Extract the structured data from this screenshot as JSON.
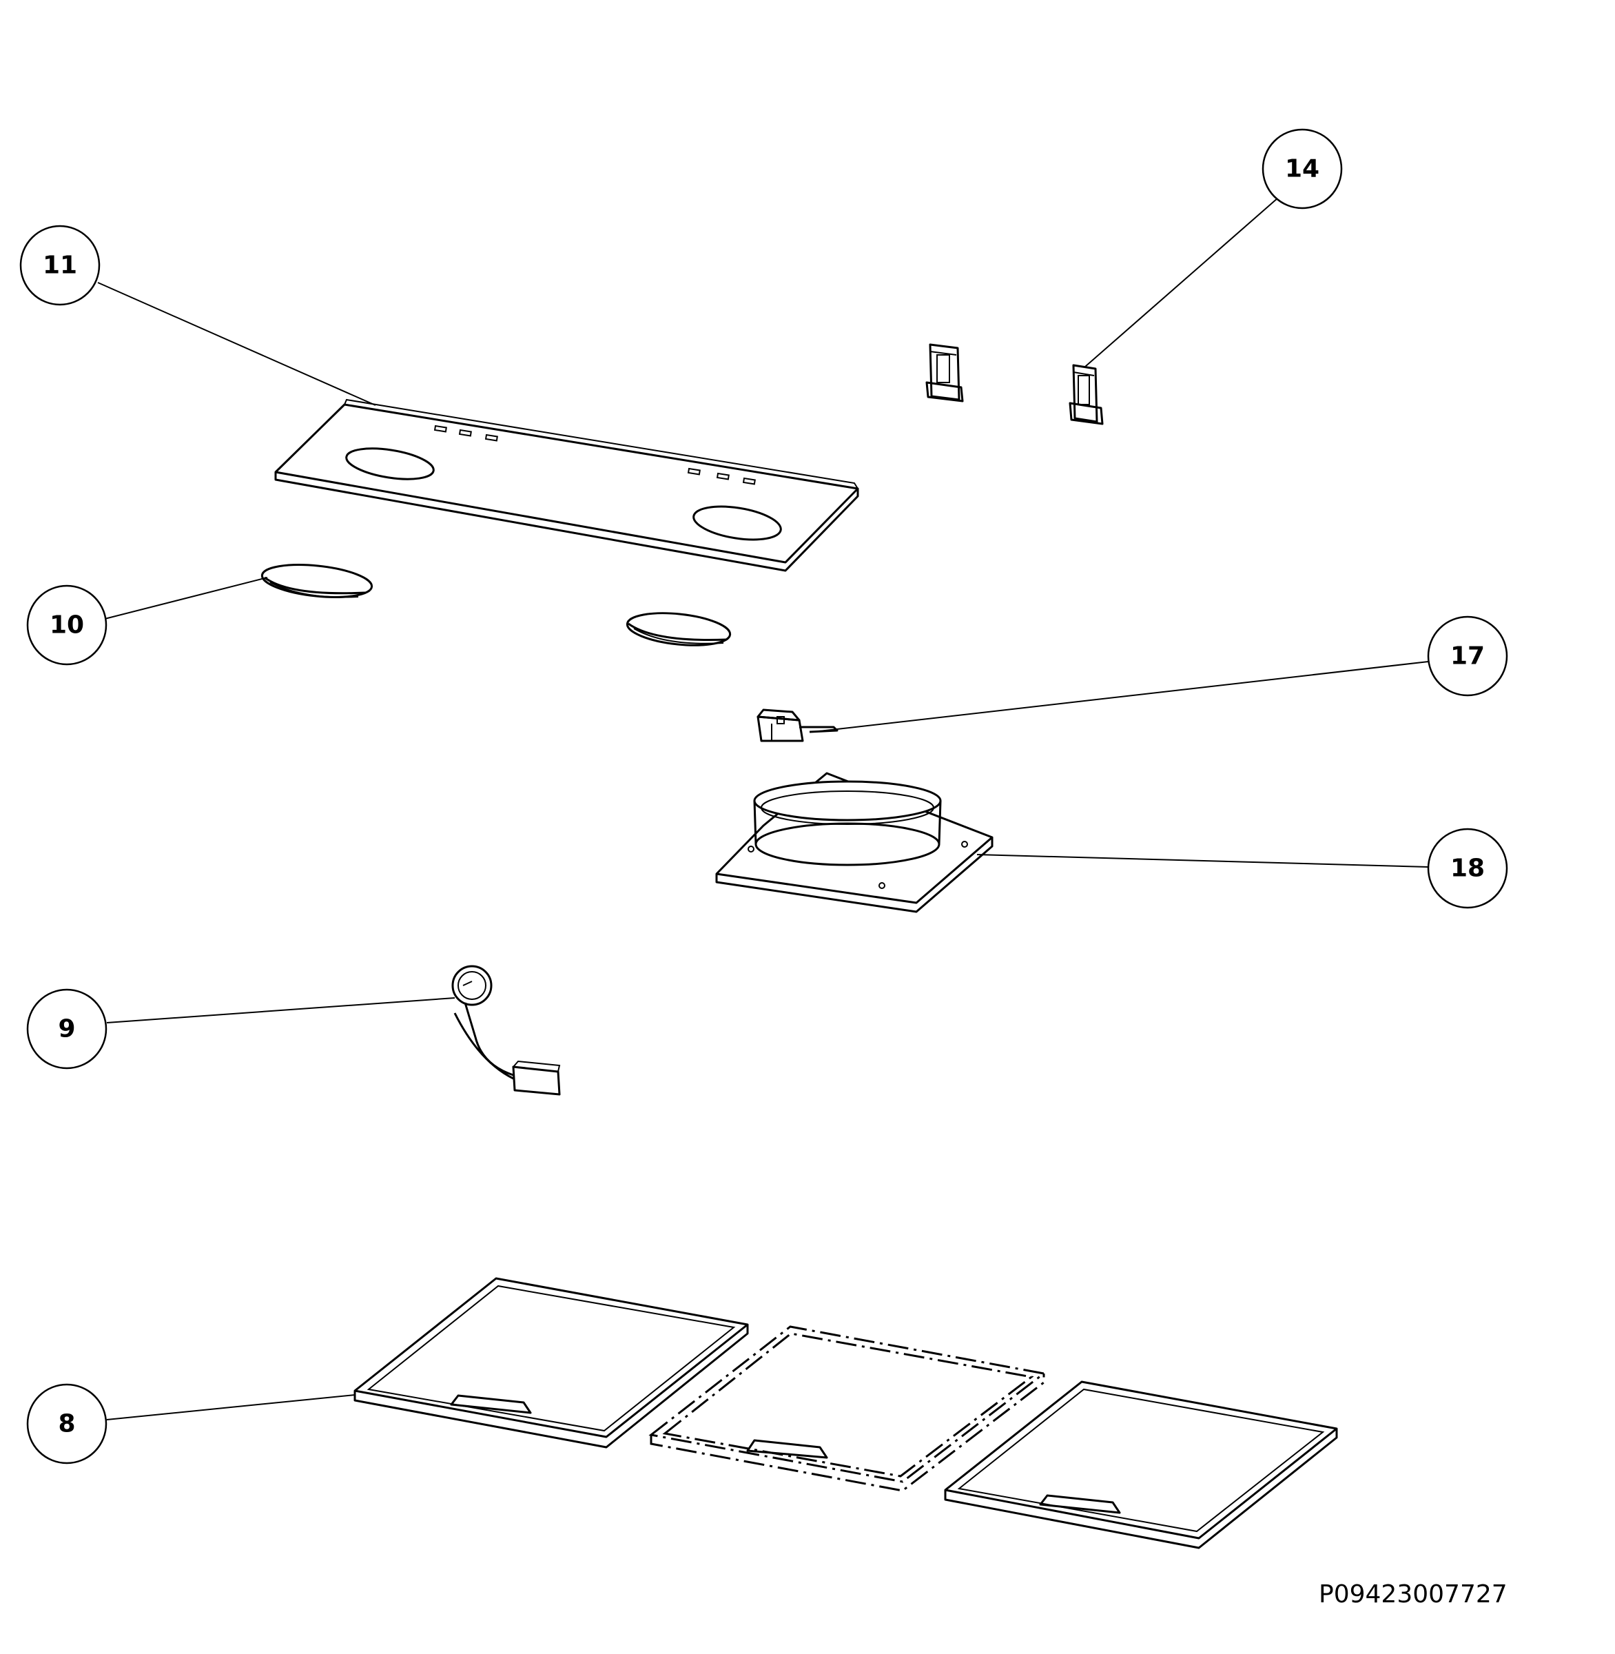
{
  "diagram": {
    "document_code": "P09423007727",
    "callouts": [
      {
        "id": "c11",
        "label": "11"
      },
      {
        "id": "c14",
        "label": "14"
      },
      {
        "id": "c10",
        "label": "10"
      },
      {
        "id": "c17",
        "label": "17"
      },
      {
        "id": "c18",
        "label": "18"
      },
      {
        "id": "c9",
        "label": "9"
      },
      {
        "id": "c8",
        "label": "8"
      }
    ]
  }
}
